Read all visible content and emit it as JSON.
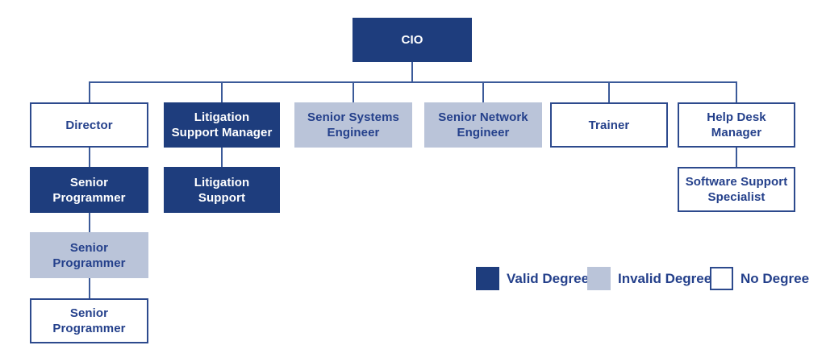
{
  "colors": {
    "valid": "#1e3d7d",
    "invalid": "#bac4d9",
    "none": "#ffffff",
    "border": "#2d4a8d",
    "text": "#24408b",
    "line": "#3b5a99"
  },
  "nodes": [
    {
      "id": "cio",
      "label": "CIO",
      "status": "valid",
      "parent": null
    },
    {
      "id": "director",
      "label": "Director",
      "status": "none",
      "parent": "cio"
    },
    {
      "id": "litigation-support-manager",
      "label": "Litigation\nSupport Manager",
      "status": "valid",
      "parent": "cio"
    },
    {
      "id": "senior-systems-engineer",
      "label": "Senior Systems\nEngineer",
      "status": "invalid",
      "parent": "cio"
    },
    {
      "id": "senior-network-engineer",
      "label": "Senior Network\nEngineer",
      "status": "invalid",
      "parent": "cio"
    },
    {
      "id": "trainer",
      "label": "Trainer",
      "status": "none",
      "parent": "cio"
    },
    {
      "id": "help-desk-manager",
      "label": "Help Desk\nManager",
      "status": "none",
      "parent": "cio"
    },
    {
      "id": "senior-programmer-1",
      "label": "Senior\nProgrammer",
      "status": "valid",
      "parent": "director"
    },
    {
      "id": "litigation-support",
      "label": "Litigation\nSupport",
      "status": "valid",
      "parent": "litigation-support-manager"
    },
    {
      "id": "software-support-specialist",
      "label": "Software Support\nSpecialist",
      "status": "none",
      "parent": "help-desk-manager"
    },
    {
      "id": "senior-programmer-2",
      "label": "Senior\nProgrammer",
      "status": "invalid",
      "parent": "senior-programmer-1"
    },
    {
      "id": "senior-programmer-3",
      "label": "Senior\nProgrammer",
      "status": "none",
      "parent": "senior-programmer-2"
    }
  ],
  "legend": {
    "items": [
      {
        "label": "Valid Degree",
        "status": "valid"
      },
      {
        "label": "Invalid Degree",
        "status": "invalid"
      },
      {
        "label": "No Degree",
        "status": "none"
      }
    ]
  }
}
